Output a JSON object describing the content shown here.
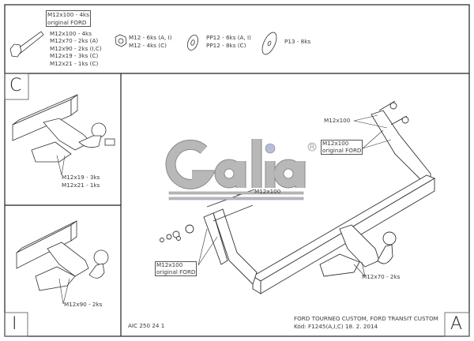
{
  "parts": {
    "original_note": [
      "M12x100 - 4ks",
      "original FORD"
    ],
    "bolts": [
      "M12x100 - 4ks",
      "M12x70 - 2ks (A)",
      "M12x90 - 2ks (I,C)",
      "M12x19 - 3ks (C)",
      "M12x21 - 1ks (C)"
    ],
    "nuts": [
      "M12 - 6ks (A, I)",
      "M12 - 4ks (C)"
    ],
    "washers": [
      "PP12 - 6ks (A, I)",
      "PP12 - 8ks (C)"
    ],
    "large_washer": "P13 - 8ks"
  },
  "panel_c": {
    "letter": "C",
    "labels": [
      "M12x19 - 3ks",
      "M12x21 - 1ks"
    ]
  },
  "panel_i": {
    "letter": "I",
    "labels": [
      "M12x90 - 2ks"
    ]
  },
  "panel_a": {
    "letter": "A",
    "logo_text": "Galia",
    "label_top": "M12x100",
    "label_top_box": [
      "M12x100",
      "original FORD"
    ],
    "label_center": "M12x100",
    "label_left_box": [
      "M12x100",
      "original FORD"
    ],
    "label_ball": "M12x70 - 2ks"
  },
  "title_block": {
    "drawing_no": "AIC 250 24 1",
    "vehicle": "FORD TOURNEO CUSTOM, FORD TRANSIT CUSTOM",
    "code": "Kód: F1245(A,I,C)  18. 2. 2014"
  }
}
